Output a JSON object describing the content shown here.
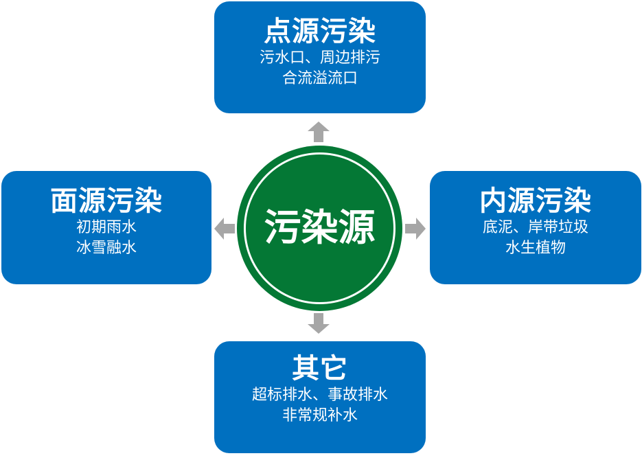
{
  "center": {
    "label": "污染源"
  },
  "nodes": {
    "top": {
      "title": "点源污染",
      "lines": [
        "污水口、周边排污",
        "合流溢流口"
      ]
    },
    "left": {
      "title": "面源污染",
      "lines": [
        "初期雨水",
        "冰雪融水"
      ]
    },
    "right": {
      "title": "内源污染",
      "lines": [
        "底泥、岸带垃圾",
        "水生植物"
      ]
    },
    "bottom": {
      "title": "其它",
      "lines": [
        "超标排水、事故排水",
        "非常规补水"
      ]
    }
  },
  "colors": {
    "box": "#0070C0",
    "circle": "#047835",
    "arrow": "#A6A6A6"
  }
}
